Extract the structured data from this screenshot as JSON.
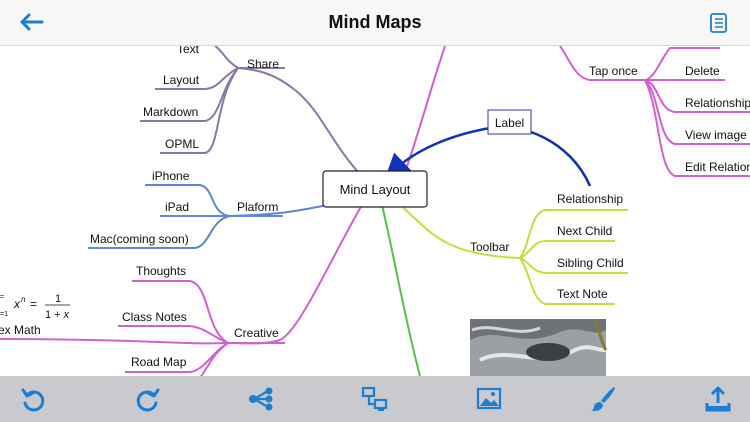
{
  "header": {
    "title": "Mind Maps",
    "back_icon": "back-arrow-icon",
    "notes_icon": "notes-list-icon"
  },
  "map": {
    "central": "Mind Layout",
    "label_box": "Label",
    "share": {
      "label": "Share",
      "children": [
        "Text",
        "Layout",
        "Markdown",
        "OPML"
      ]
    },
    "platform": {
      "label": "Plaform",
      "children": [
        "iPhone",
        "iPad",
        "Mac(coming soon)"
      ]
    },
    "creative": {
      "label": "Creative",
      "children": [
        "Thoughts",
        "Class Notes",
        "Road Map"
      ],
      "latex_label": "ex Math",
      "latex_formula": "x^n = 1/(1+x)"
    },
    "tap_once": {
      "label": "Tap once",
      "children": [
        "Delete",
        "Relationship",
        "View image",
        "Edit Relation"
      ]
    },
    "toolbar": {
      "label": "Toolbar",
      "children": [
        "Relationship",
        "Next Child",
        "Sibling Child",
        "Text Note"
      ]
    }
  },
  "bottom_toolbar": [
    {
      "icon": "undo-icon"
    },
    {
      "icon": "redo-icon"
    },
    {
      "icon": "share-nodes-icon"
    },
    {
      "icon": "node-layout-icon"
    },
    {
      "icon": "image-icon"
    },
    {
      "icon": "paint-brush-icon"
    },
    {
      "icon": "upload-export-icon"
    }
  ],
  "colors": {
    "accent": "#1a7fd4",
    "share_branch": "#8a78a8",
    "platform_branch": "#5b86d9",
    "creative_branch": "#d45fd0",
    "toolbar_branch": "#c8dd3a",
    "green_branch": "#55c24a",
    "relation_arrow": "#1030c0",
    "bottom_bar": "#c9c9ce"
  }
}
